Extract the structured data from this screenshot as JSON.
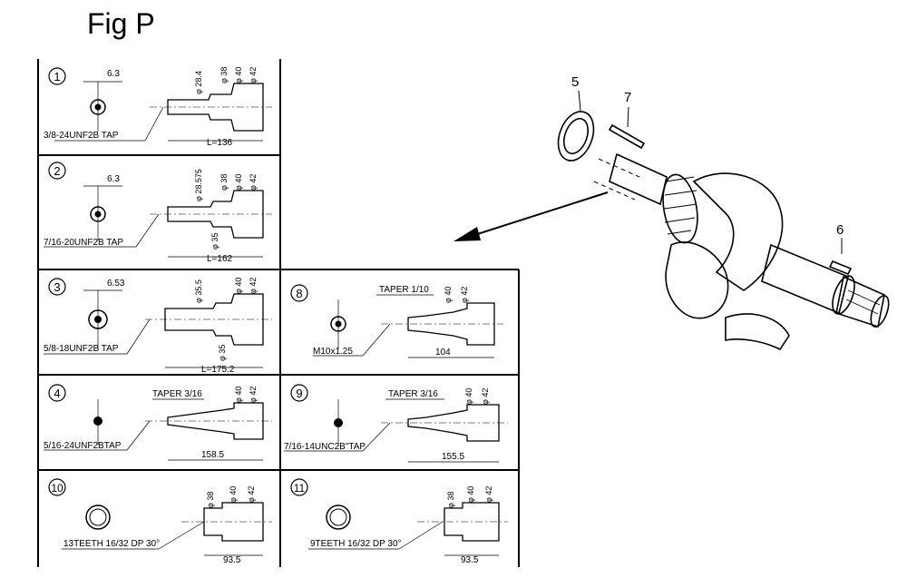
{
  "figure": {
    "title": "Fig P",
    "callouts": {
      "ring": "5",
      "pin": "7",
      "key": "6"
    }
  },
  "panels": [
    {
      "num": "1",
      "dim_top": "6.3",
      "tap": "3/8-24UNF2B TAP",
      "length": "L=136",
      "diams": [
        "φ 28.4",
        "φ 38",
        "φ 40",
        "φ 42"
      ]
    },
    {
      "num": "2",
      "dim_top": "6.3",
      "tap": "7/16-20UNF2B TAP",
      "length": "L=162",
      "diams": [
        "φ 28.575",
        "φ 38",
        "φ 40",
        "φ 42"
      ],
      "extra": "φ 35"
    },
    {
      "num": "3",
      "dim_top": "6.53",
      "tap": "5/8-18UNF2B TAP",
      "length": "L=175.2",
      "diams": [
        "φ 35.5",
        "φ 40",
        "φ 42"
      ],
      "extra": "φ 35"
    },
    {
      "num": "4",
      "taper": "TAPER 3/16",
      "tap": "5/16-24UNF2BTAP",
      "length": "158.5",
      "diams": [
        "φ 40",
        "φ 42"
      ]
    },
    {
      "num": "10",
      "tap": "13TEETH 16/32 DP 30°",
      "length": "93.5",
      "diams": [
        "φ 38",
        "φ 40",
        "φ 42"
      ]
    },
    {
      "num": "8",
      "taper": "TAPER 1/10",
      "tap": "M10x1.25",
      "length": "104",
      "diams": [
        "φ 40",
        "φ 42"
      ]
    },
    {
      "num": "9",
      "taper": "TAPER 3/16",
      "tap": "7/16-14UNC2B\"TAP",
      "length": "155.5",
      "diams": [
        "φ 40",
        "φ 42"
      ]
    },
    {
      "num": "11",
      "tap": "9TEETH 16/32 DP 30°",
      "length": "93.5",
      "diams": [
        "φ 38",
        "φ 40",
        "φ 42"
      ]
    }
  ]
}
